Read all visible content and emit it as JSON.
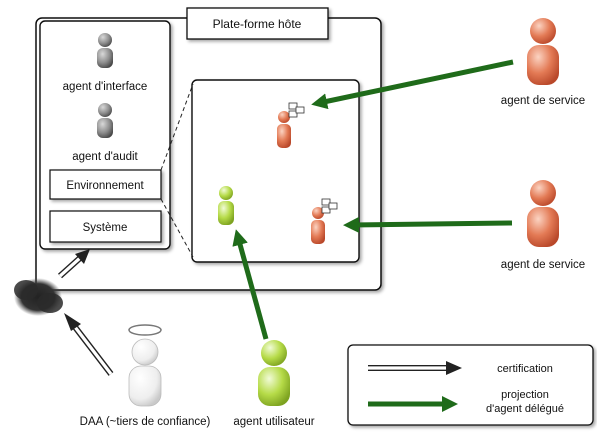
{
  "host_platform": {
    "title": "Plate-forme hôte"
  },
  "left_panel": {
    "agents": [
      {
        "label": "agent d'interface",
        "color": "#8a8a8a"
      },
      {
        "label": "agent d'audit",
        "color": "#8a8a8a"
      }
    ],
    "environment_label": "Environnement",
    "system_label": "Système"
  },
  "external_agents": {
    "service_agent_1": {
      "label": "agent de service",
      "color": "#e0724f"
    },
    "service_agent_2": {
      "label": "agent de service",
      "color": "#e0724f"
    },
    "user_agent": {
      "label": "agent utilisateur",
      "color": "#a8d13b"
    },
    "daa": {
      "label": "DAA (~tiers de confiance)",
      "color": "#f2f2f2"
    }
  },
  "legend": {
    "certification_label": "certification",
    "projection_label_line1": "projection",
    "projection_label_line2": "d'agent délégué"
  },
  "colors": {
    "projection_arrow": "#1f6b1a",
    "certification_arrow": "#222222",
    "service_agent": "#e0724f",
    "user_agent": "#a8d13b",
    "interface_agent": "#8a8a8a"
  }
}
